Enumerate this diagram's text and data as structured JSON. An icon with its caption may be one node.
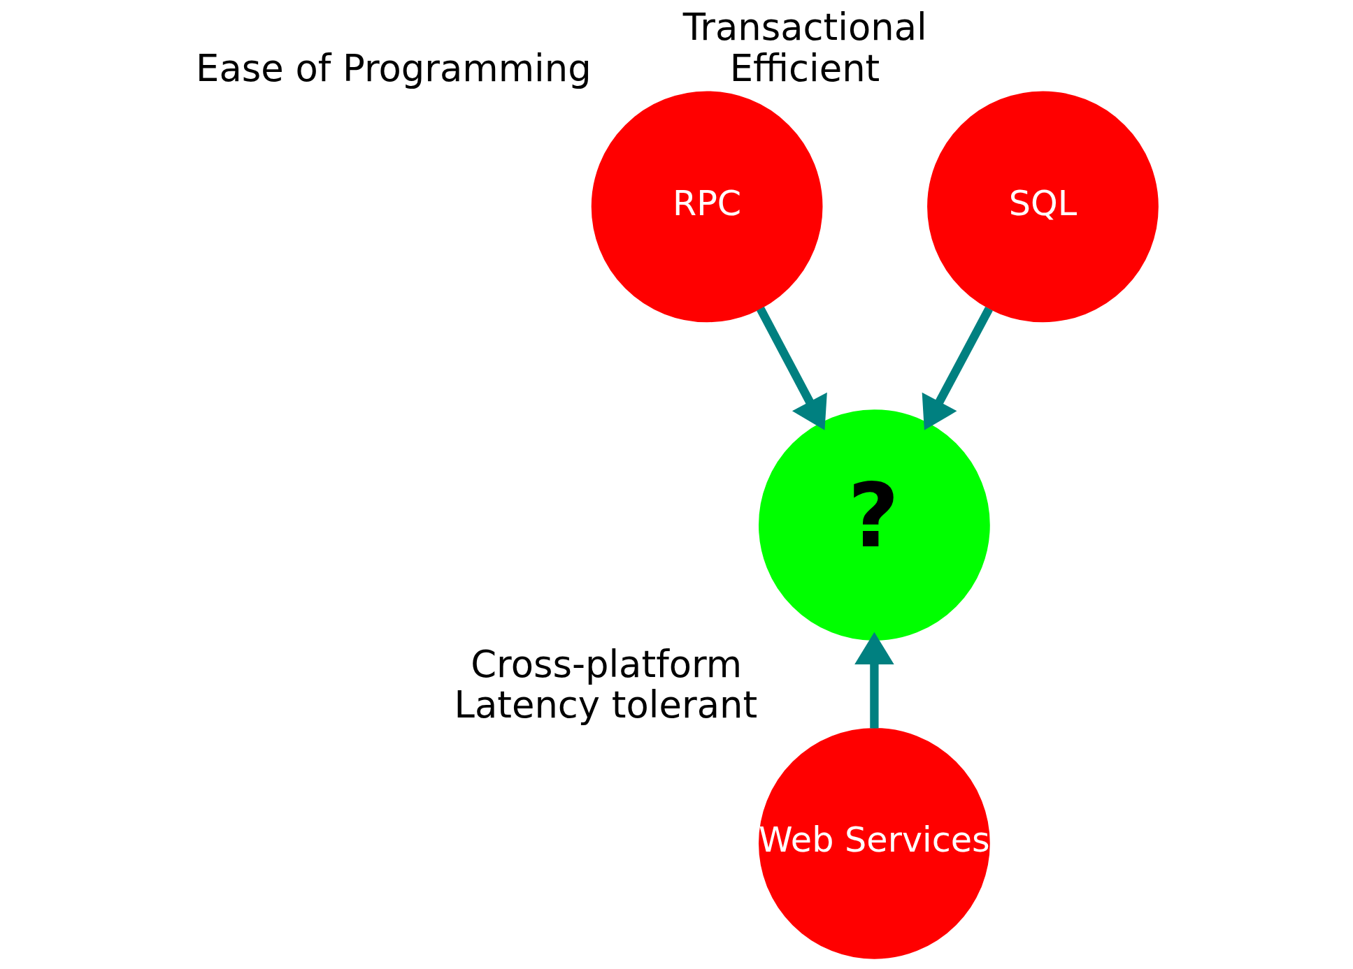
{
  "diagram": {
    "nodes": [
      {
        "text": [
          "RPC"
        ],
        "beside": [
          "Ease of Programming"
        ]
      },
      {
        "text": [
          "SQL"
        ],
        "beside": [
          "Transactional",
          "Efficient"
        ]
      },
      {
        "text": [
          "?"
        ]
      },
      {
        "text": [
          "Web Services"
        ],
        "beside": [
          "Cross-platform",
          "Latency tolerant"
        ]
      }
    ],
    "edges": [
      {
        "from": 0,
        "to": 2,
        "arrow": "to"
      },
      {
        "from": 1,
        "to": 2,
        "arrow": "to"
      },
      {
        "from": 3,
        "to": 2,
        "arrow": "to"
      }
    ]
  }
}
